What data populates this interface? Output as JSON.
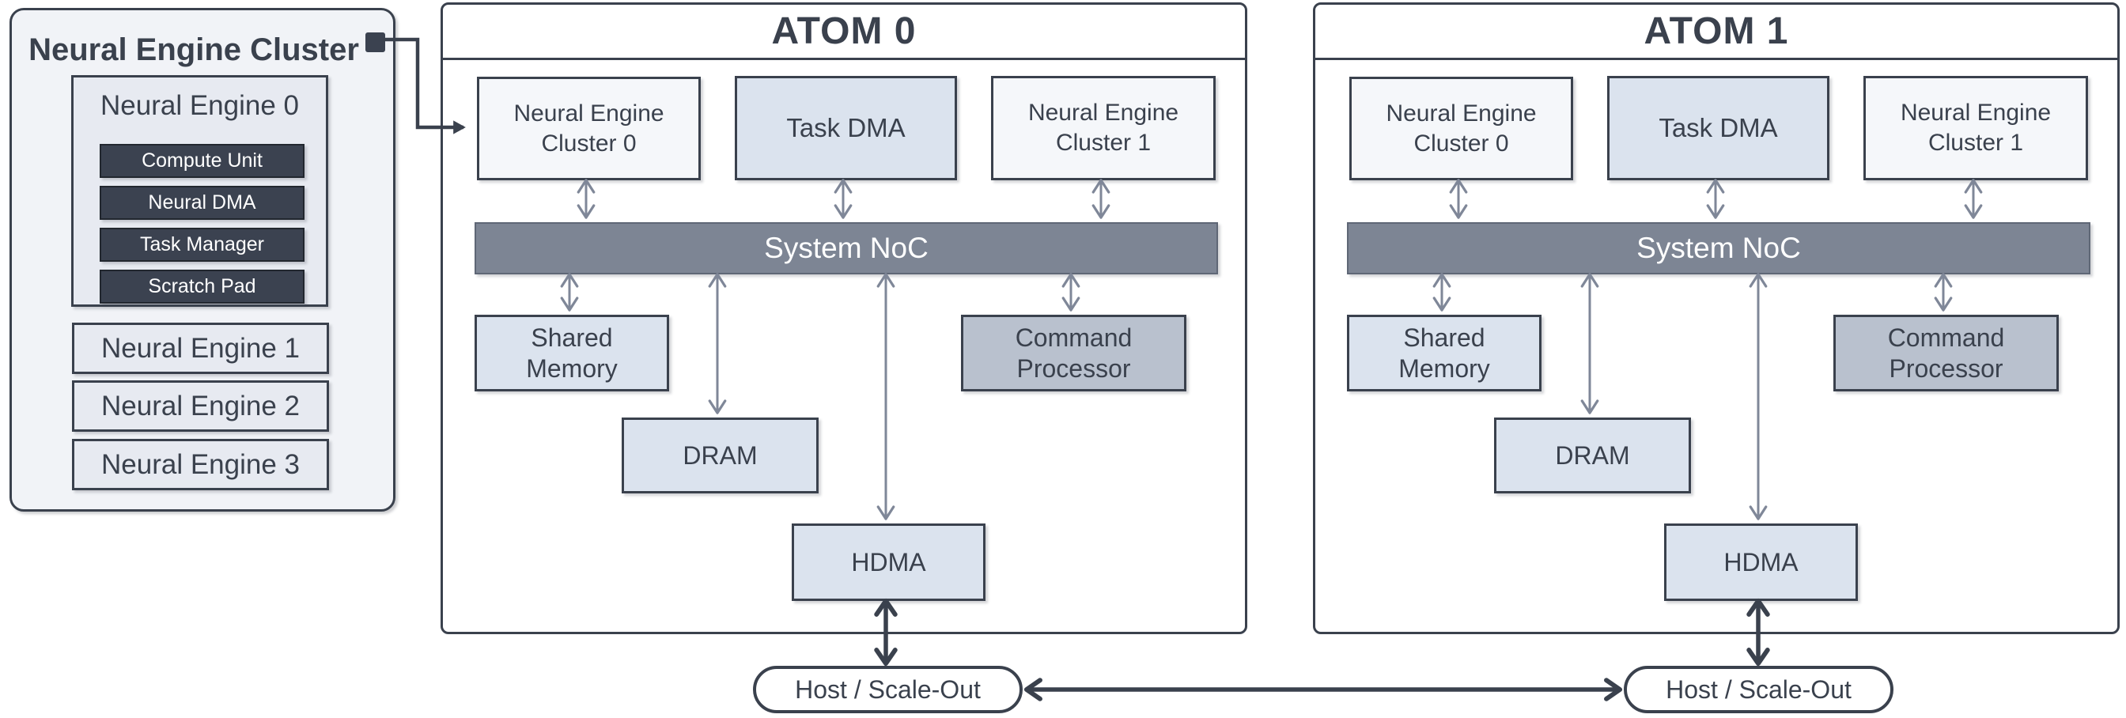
{
  "diagram": {
    "legend": {
      "title": "Neural Engine Cluster",
      "engine_detail": {
        "label": "Neural Engine 0",
        "components": [
          "Compute Unit",
          "Neural DMA",
          "Task Manager",
          "Scratch Pad"
        ]
      },
      "sibling_engines": [
        "Neural Engine 1",
        "Neural Engine 2",
        "Neural Engine 3"
      ]
    },
    "atoms": [
      {
        "title": "ATOM 0",
        "blocks": {
          "cluster0": "Neural Engine\nCluster 0",
          "task_dma": "Task DMA",
          "cluster1": "Neural Engine\nCluster 1",
          "noc": "System NoC",
          "shared_memory": "Shared\nMemory",
          "command_processor": "Command\nProcessor",
          "dram": "DRAM",
          "hdma": "HDMA"
        },
        "host": "Host / Scale-Out"
      },
      {
        "title": "ATOM 1",
        "blocks": {
          "cluster0": "Neural Engine\nCluster 0",
          "task_dma": "Task DMA",
          "cluster1": "Neural Engine\nCluster 1",
          "noc": "System NoC",
          "shared_memory": "Shared\nMemory",
          "command_processor": "Command\nProcessor",
          "dram": "DRAM",
          "hdma": "HDMA"
        },
        "host": "Host / Scale-Out"
      }
    ],
    "colors": {
      "background": "#ffffff",
      "text": "#3a414d",
      "panel_bg": "#f1f3f7",
      "engine_box_bg": "#e7eaf1",
      "dark_chip_bg": "#3b4250",
      "cluster_box_bg": "#f5f7fa",
      "blue_box_bg": "#dbe3ee",
      "command_box_bg": "#b9c1ce",
      "noc_bg": "#7d8594",
      "thin_arrow": "#7f8798",
      "dark_arrow": "#3a414d"
    }
  }
}
